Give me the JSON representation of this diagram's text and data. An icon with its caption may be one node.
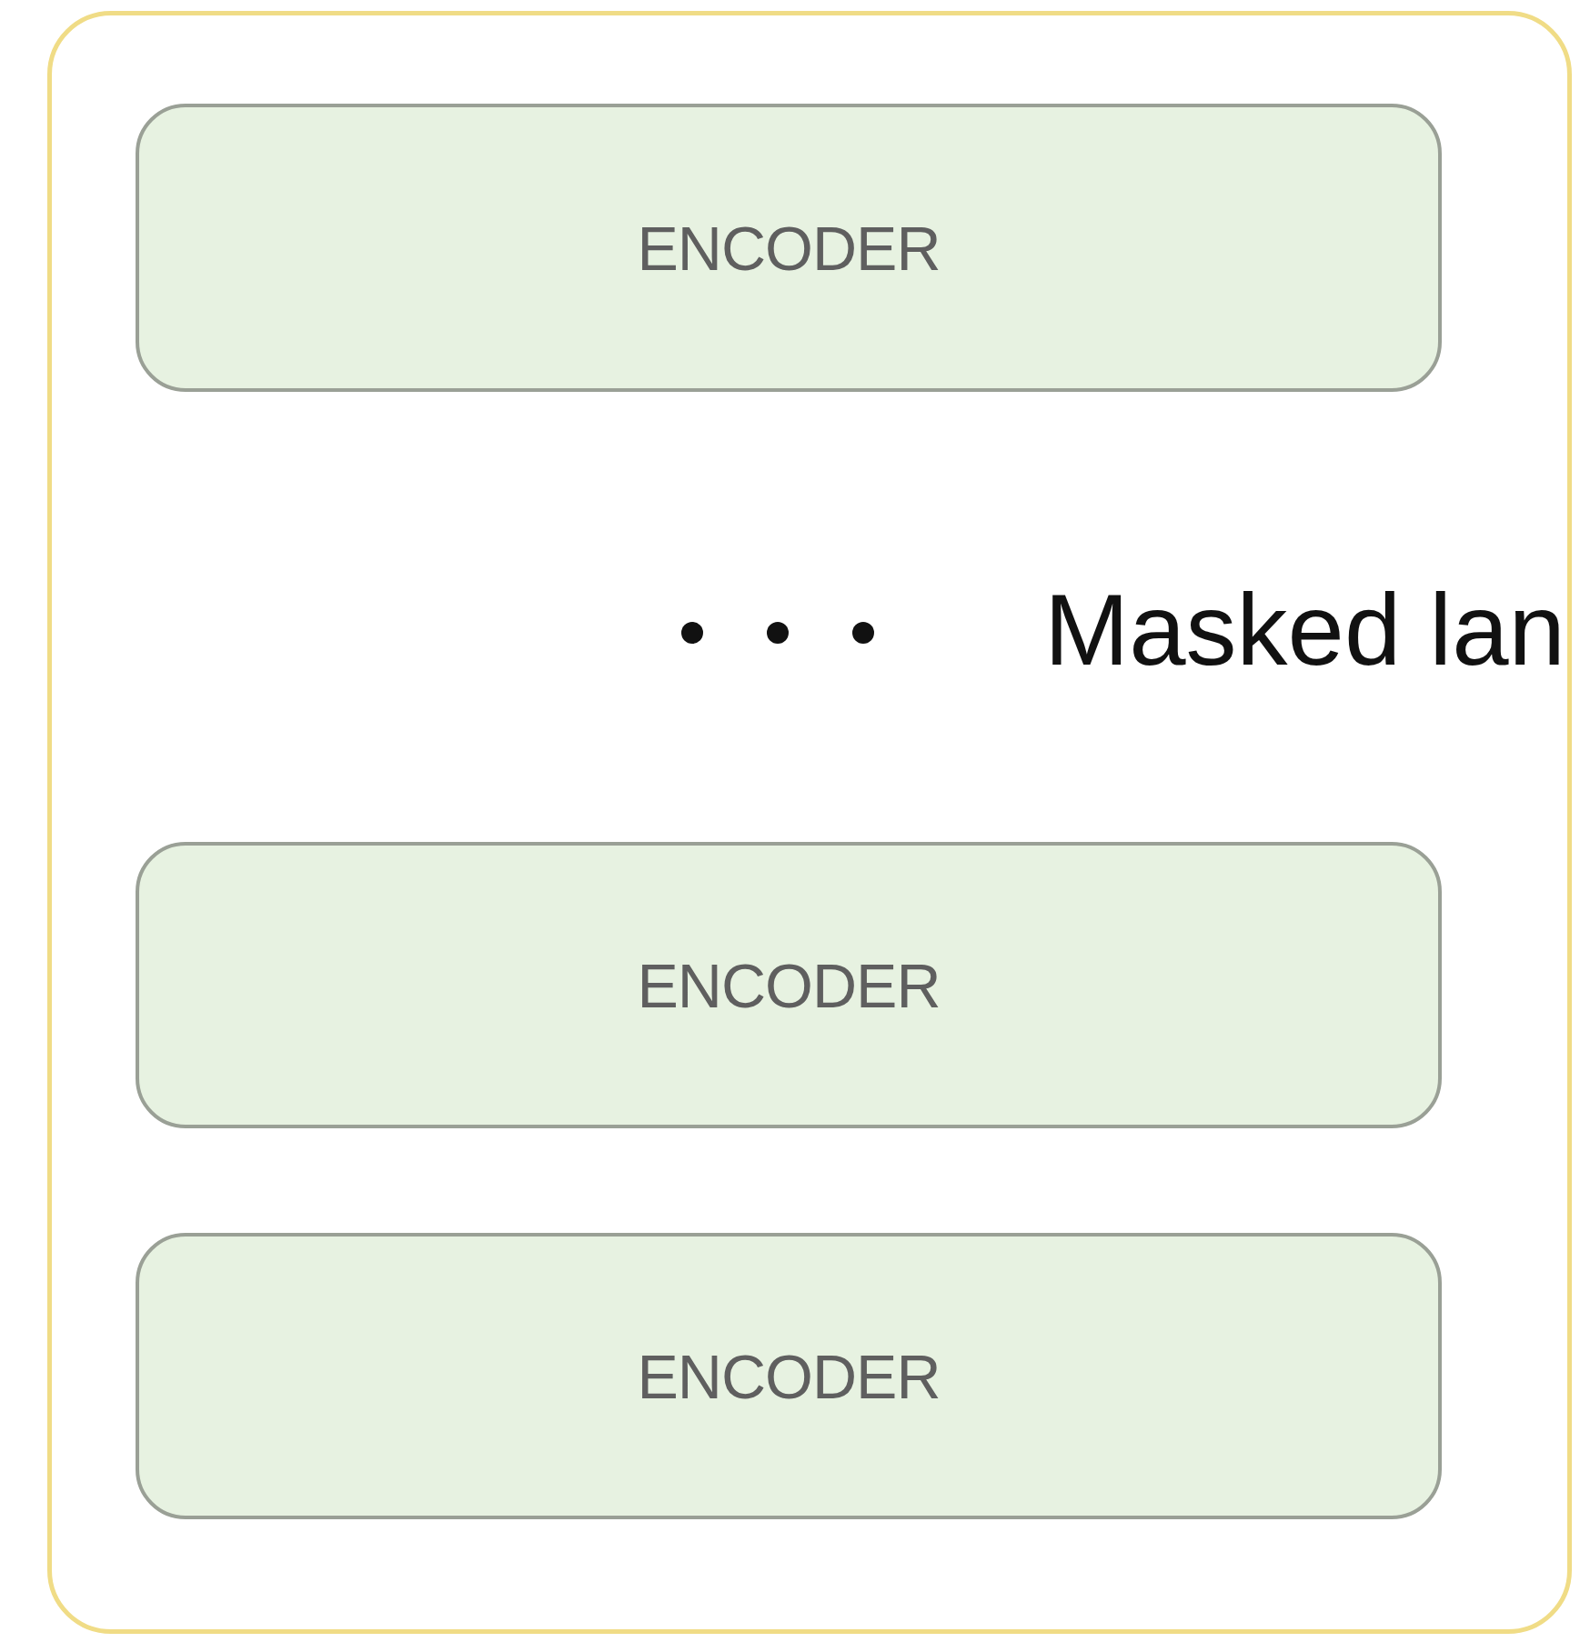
{
  "diagram": {
    "nodes": [
      {
        "text": [],
        "shape": "box"
      },
      {
        "text": [
          "ENCODER"
        ],
        "in": 0
      },
      {
        "text": [
          "ENCODER"
        ],
        "in": 0
      },
      {
        "text": [
          "ENCODER"
        ],
        "in": 0
      }
    ],
    "labels": [
      "Masked lan"
    ]
  }
}
